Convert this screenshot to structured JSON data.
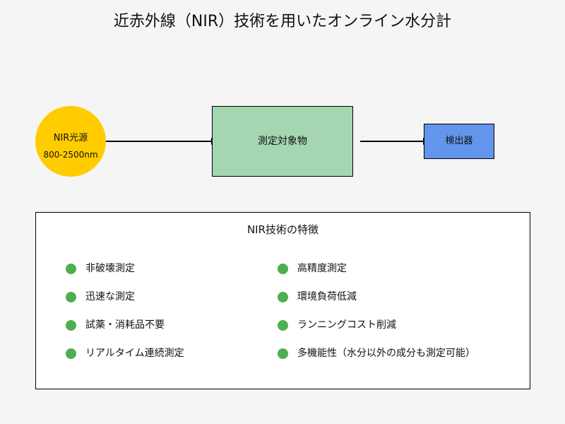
{
  "title": "近赤外線（NIR）技術を用いたオンライン水分計",
  "diagram": {
    "source": {
      "name": "NIR光源",
      "range": "800-2500nm",
      "color": "#ffcc00"
    },
    "sample": {
      "label": "測定対象物",
      "color": "#a3d6b1"
    },
    "detector": {
      "label": "検出器",
      "color": "#6495ed"
    }
  },
  "features": {
    "title": "NIR技術の特徴",
    "bullet_color": "#4caf50",
    "left": [
      "非破壊測定",
      "迅速な測定",
      "試薬・消耗品不要",
      "リアルタイム連続測定"
    ],
    "right": [
      "高精度測定",
      "環境負荷低減",
      "ランニングコスト削減",
      "多機能性（水分以外の成分も測定可能）"
    ]
  }
}
